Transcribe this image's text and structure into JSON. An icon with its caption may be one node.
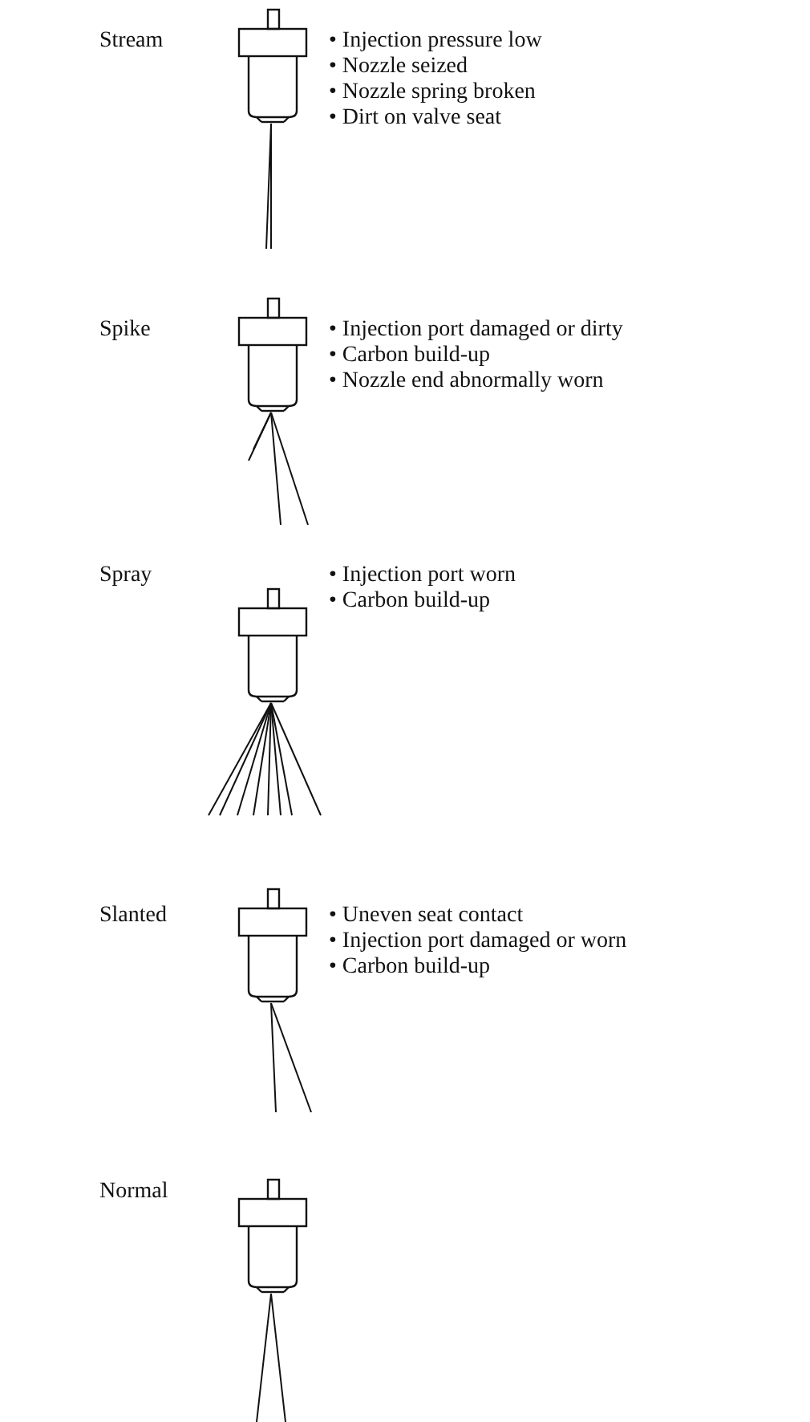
{
  "diagram": {
    "labels": [
      "Stream",
      "• Injection pressure low",
      "• Nozzle seized",
      "• Nozzle spring broken",
      "• Dirt on valve seat",
      "Spike",
      "• Injection port damaged or dirty",
      "• Carbon build-up",
      "• Nozzle end abnormally worn",
      "Spray",
      "• Injection port worn",
      "• Carbon build-up",
      "Slanted",
      "• Uneven seat contact",
      "• Injection port damaged or worn",
      "• Carbon build-up",
      "Normal"
    ]
  }
}
